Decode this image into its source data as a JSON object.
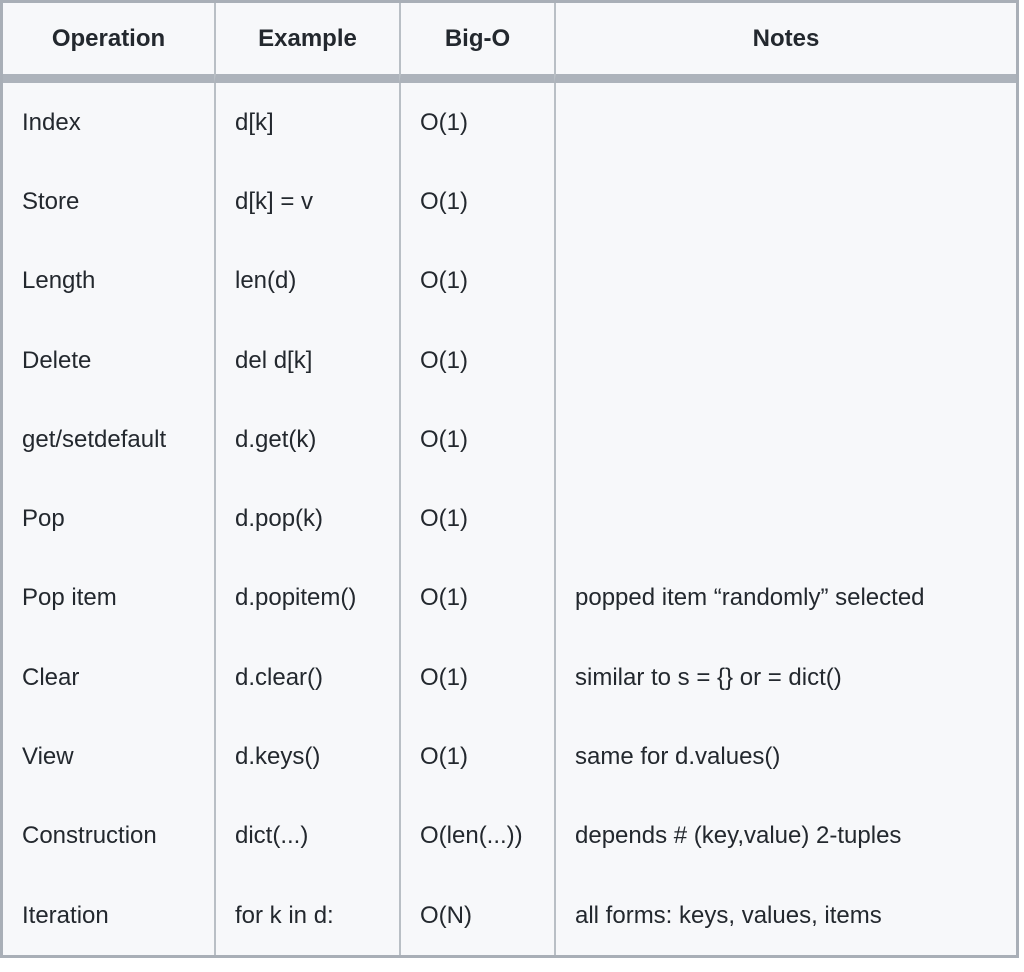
{
  "table": {
    "columns": [
      "Operation",
      "Example",
      "Big-O",
      "Notes"
    ],
    "rows": [
      {
        "operation": "Index",
        "example": "d[k]",
        "big_o": "O(1)",
        "notes": ""
      },
      {
        "operation": "Store",
        "example": "d[k] = v",
        "big_o": "O(1)",
        "notes": ""
      },
      {
        "operation": "Length",
        "example": "len(d)",
        "big_o": "O(1)",
        "notes": ""
      },
      {
        "operation": "Delete",
        "example": "del d[k]",
        "big_o": "O(1)",
        "notes": ""
      },
      {
        "operation": "get/setdefault",
        "example": "d.get(k)",
        "big_o": "O(1)",
        "notes": ""
      },
      {
        "operation": "Pop",
        "example": "d.pop(k)",
        "big_o": "O(1)",
        "notes": ""
      },
      {
        "operation": "Pop item",
        "example": "d.popitem()",
        "big_o": "O(1)",
        "notes": "popped item “randomly” selected"
      },
      {
        "operation": "Clear",
        "example": "d.clear()",
        "big_o": "O(1)",
        "notes": "similar to s = {} or = dict()"
      },
      {
        "operation": "View",
        "example": "d.keys()",
        "big_o": "O(1)",
        "notes": "same for d.values()"
      },
      {
        "operation": "Construction",
        "example": "dict(...)",
        "big_o": "O(len(...))",
        "notes": "depends # (key,value) 2-tuples"
      },
      {
        "operation": "Iteration",
        "example": "for k in d:",
        "big_o": "O(N)",
        "notes": "all forms: keys, values, items"
      }
    ]
  },
  "colors": {
    "cell_background": "#f7f8fa",
    "outer_border": "#a9afb7",
    "inner_border": "#b9bfc5",
    "header_separator": "#adb3bb",
    "text": "#23282e"
  }
}
